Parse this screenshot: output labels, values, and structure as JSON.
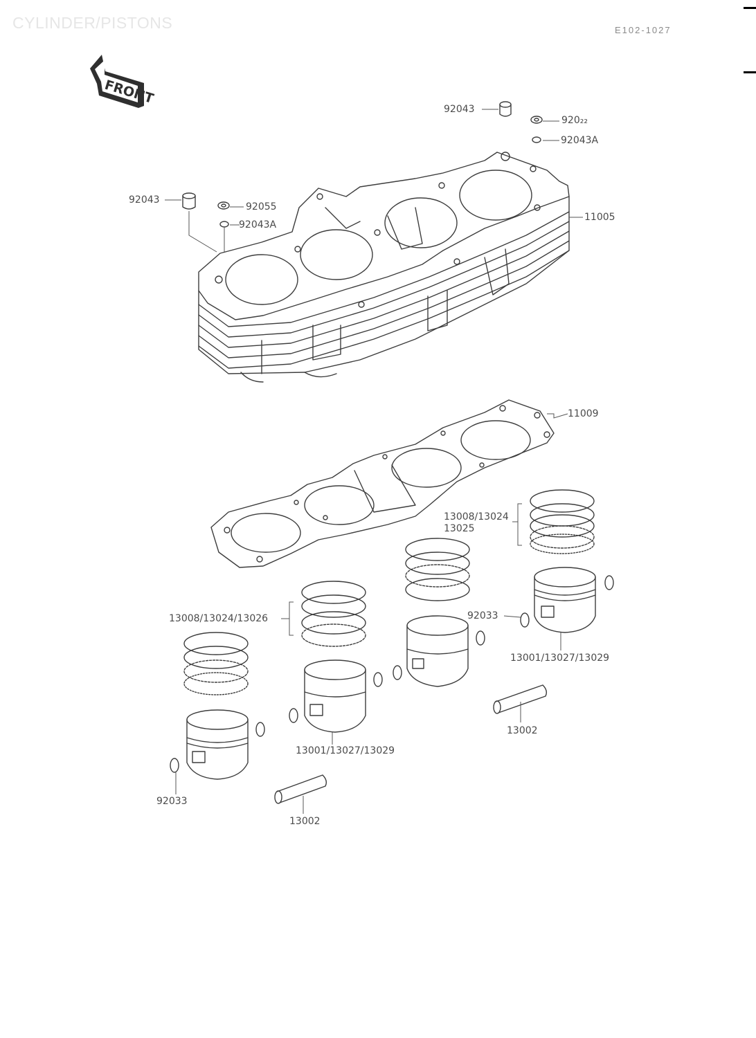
{
  "header": {
    "title": "CYLINDER/PISTONS",
    "ref_code": "E102-1027"
  },
  "front_badge": {
    "text": "FRONT"
  },
  "labels": {
    "p92043_top": "92043",
    "p920xx_top": "920₂₂",
    "p92043A_top": "92043A",
    "p92043_left": "92043",
    "p92055_left": "92055",
    "p92043A_left": "92043A",
    "p11005": "11005",
    "p11009": "11009",
    "rings_right_1": "13008/13024",
    "rings_right_2": "13025",
    "rings_left": "13008/13024/13026",
    "circlip_right": "92033",
    "piston_right": "13001/13027/13029",
    "pin_right": "13002",
    "piston_center": "13001/13027/13029",
    "circlip_left": "92033",
    "pin_left": "13002"
  }
}
